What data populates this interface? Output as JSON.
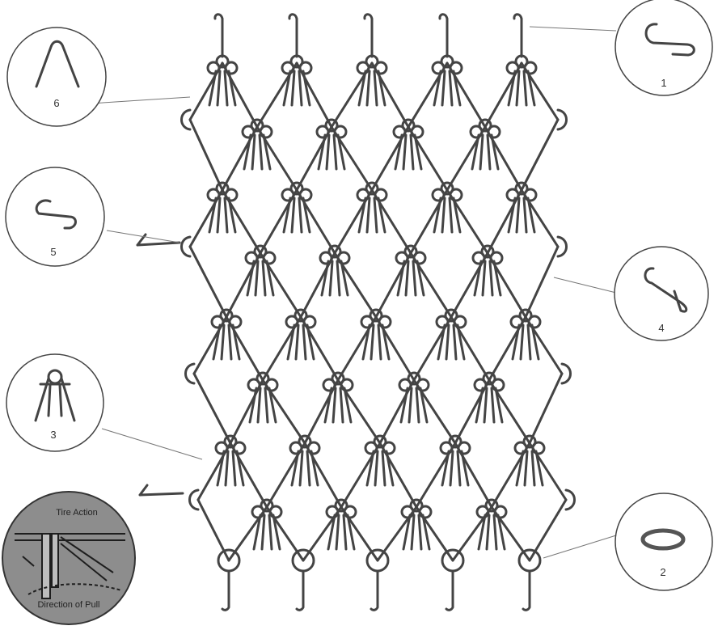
{
  "callouts": [
    {
      "number": "1",
      "part": "s-hook"
    },
    {
      "number": "2",
      "part": "ring"
    },
    {
      "number": "3",
      "part": "pronged-clip"
    },
    {
      "number": "4",
      "part": "twisted-hook"
    },
    {
      "number": "5",
      "part": "s-hook-open"
    },
    {
      "number": "6",
      "part": "v-clip"
    }
  ],
  "inset": {
    "top_text": "Tire Action",
    "bottom_text": "Direction of Pull"
  },
  "colors": {
    "line": "#444444",
    "inset_fill": "#8d8d8d",
    "leader": "#777777"
  }
}
